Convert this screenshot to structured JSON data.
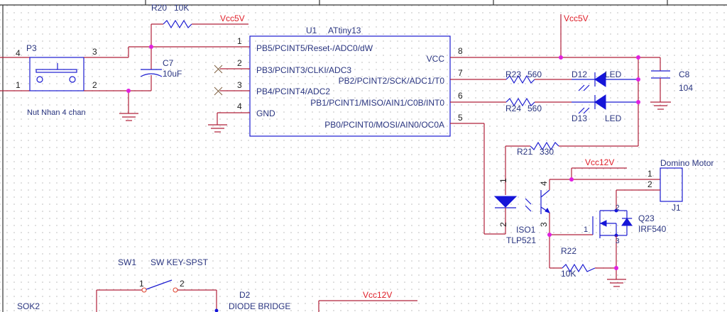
{
  "schematic": {
    "colors": {
      "wire": "#b0203a",
      "component": "#1b1bd0",
      "junction": "#e020e0",
      "power_label": "#e0202a",
      "text": "#2a3580"
    },
    "power": {
      "vcc5v_a": "Vcc5V",
      "vcc5v_b": "Vcc5V",
      "vcc12v_a": "Vcc12V",
      "vcc12v_b": "Vcc12V"
    },
    "p3": {
      "ref": "P3",
      "desc": "Nut Nhan 4 chan",
      "pins": [
        "4",
        "3",
        "1",
        "2"
      ]
    },
    "r20": {
      "ref": "R20",
      "value": "10K"
    },
    "c7": {
      "ref": "C7",
      "value": "10uF"
    },
    "u1": {
      "ref": "U1",
      "part": "ATtiny13",
      "left_pins": [
        {
          "num": "1",
          "name": "PB5/PCINT5/Reset-/ADC0/dW"
        },
        {
          "num": "2",
          "name": "PB3/PCINT3/CLKI/ADC3"
        },
        {
          "num": "3",
          "name": "PB4/PCINT4/ADC2"
        },
        {
          "num": "4",
          "name": "GND"
        }
      ],
      "right_pins": [
        {
          "num": "8",
          "name": "VCC"
        },
        {
          "num": "7",
          "name": "PB2/PCINT2/SCK/ADC1/T0"
        },
        {
          "num": "6",
          "name": "PB1/PCINT1/MISO/AIN1/C0B/INT0"
        },
        {
          "num": "5",
          "name": "PB0/PCINT0/MOSI/AIN0/OC0A"
        }
      ]
    },
    "r23": {
      "ref": "R23",
      "value": "560"
    },
    "r24": {
      "ref": "R24",
      "value": "560"
    },
    "d12": {
      "ref": "D12",
      "value": "LED"
    },
    "d13": {
      "ref": "D13",
      "value": "LED"
    },
    "c8": {
      "ref": "C8",
      "value": "104"
    },
    "r21": {
      "ref": "R21",
      "value": "330"
    },
    "iso1": {
      "ref": "ISO1",
      "part": "TLP521",
      "pins": [
        "1",
        "2",
        "4",
        "3"
      ]
    },
    "q23": {
      "ref": "Q23",
      "part": "IRF540",
      "pins": [
        "1",
        "2",
        "3"
      ]
    },
    "r22": {
      "ref": "R22",
      "value": "10K"
    },
    "j1": {
      "ref": "J1",
      "desc": "Domino Motor",
      "pins": [
        "1",
        "2"
      ]
    },
    "sw1": {
      "ref": "SW1",
      "part": "SW KEY-SPST",
      "pins": [
        "1",
        "2"
      ]
    },
    "d2": {
      "ref": "D2",
      "part": "DIODE BRIDGE"
    },
    "sok2": {
      "ref": "SOK2"
    }
  }
}
